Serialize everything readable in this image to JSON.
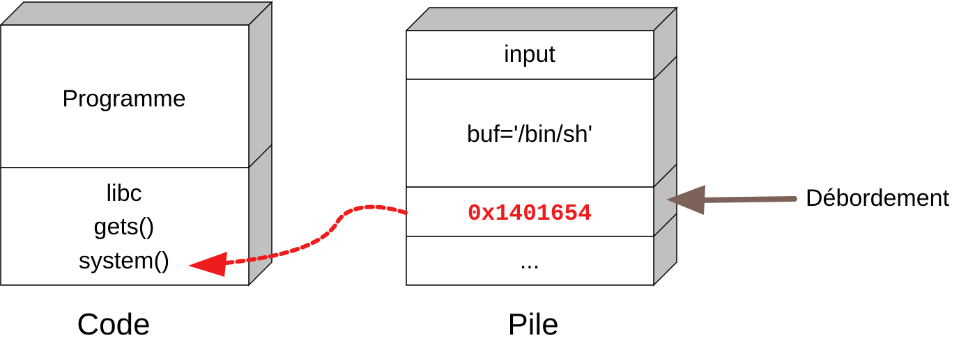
{
  "colors": {
    "face": "#ffffff",
    "side": "#c0c0c0",
    "stroke": "#000000",
    "address": "#ee1c1c",
    "jump_arrow": "#ee1c1c",
    "overflow_arrow": "#7d6259"
  },
  "code_block": {
    "caption": "Code",
    "sections": {
      "program": "Programme",
      "libc_lines": [
        "libc",
        "gets()",
        "system()"
      ]
    }
  },
  "stack_block": {
    "caption": "Pile",
    "cells": [
      "input",
      "buf='/bin/sh'",
      "0x1401654",
      "..."
    ]
  },
  "overflow_label": "Débordement"
}
